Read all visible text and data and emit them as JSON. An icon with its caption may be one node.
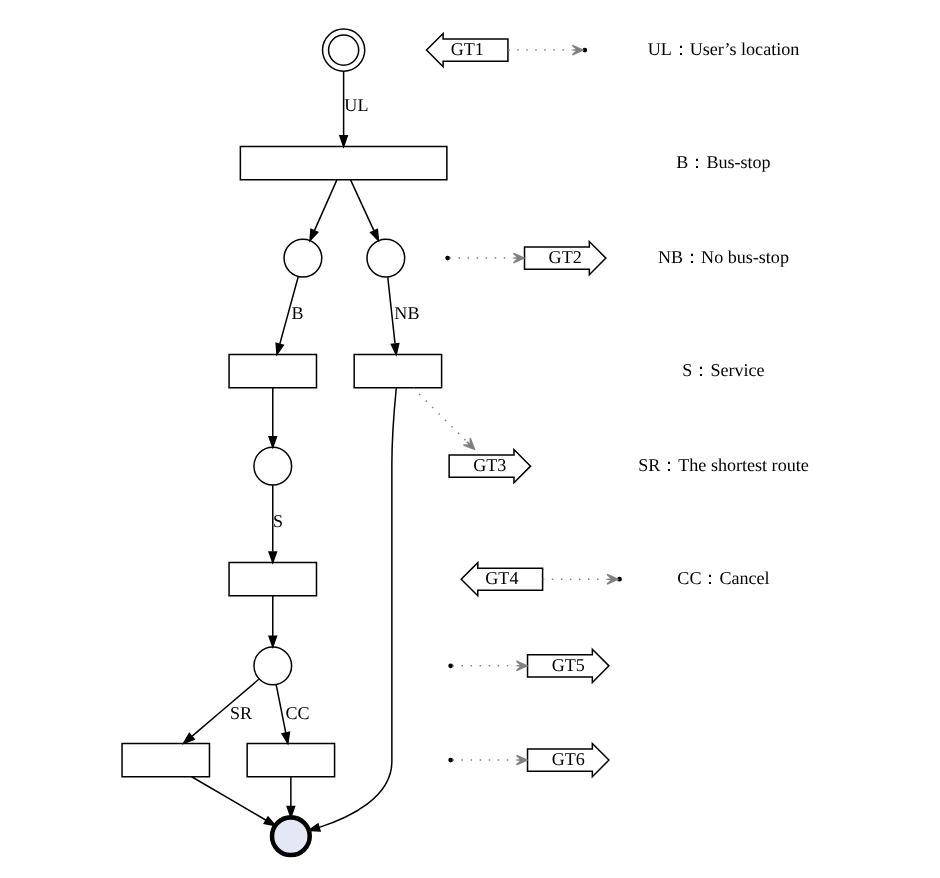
{
  "diagram": {
    "nodes": [
      {
        "text": [],
        "shape": "circle"
      },
      {
        "text": [],
        "shape": "box"
      },
      {
        "text": [],
        "shape": "circle"
      },
      {
        "text": [],
        "shape": "circle"
      },
      {
        "text": [],
        "shape": "box"
      },
      {
        "text": [],
        "shape": "box"
      },
      {
        "text": [],
        "shape": "circle"
      },
      {
        "text": [],
        "shape": "box"
      },
      {
        "text": [],
        "shape": "circle"
      },
      {
        "text": [],
        "shape": "box"
      },
      {
        "text": [],
        "shape": "box"
      },
      {
        "text": [],
        "shape": "circle"
      },
      {
        "text": [
          "GT1"
        ]
      },
      {
        "text": [
          "GT2"
        ]
      },
      {
        "text": [
          "GT3"
        ]
      },
      {
        "text": [
          "GT4"
        ]
      },
      {
        "text": [
          "GT5"
        ]
      },
      {
        "text": [
          "GT6"
        ]
      }
    ],
    "edges": [
      {
        "from": 0,
        "to": 1,
        "arrow": "to",
        "label": "UL"
      },
      {
        "from": 1,
        "to": 2,
        "arrow": "to"
      },
      {
        "from": 1,
        "to": 3,
        "arrow": "to"
      },
      {
        "from": 2,
        "to": 4,
        "arrow": "to",
        "label": "B"
      },
      {
        "from": 3,
        "to": 5,
        "arrow": "to",
        "label": "NB"
      },
      {
        "from": 4,
        "to": 6,
        "arrow": "to"
      },
      {
        "from": 6,
        "to": 7,
        "arrow": "to",
        "label": "S"
      },
      {
        "from": 7,
        "to": 8,
        "arrow": "to"
      },
      {
        "from": 8,
        "to": 9,
        "arrow": "to",
        "label": "SR"
      },
      {
        "from": 8,
        "to": 10,
        "arrow": "to",
        "label": "CC"
      },
      {
        "from": 9,
        "to": 11,
        "arrow": "to"
      },
      {
        "from": 10,
        "to": 11,
        "arrow": "to"
      },
      {
        "from": 5,
        "to": 11,
        "arrow": "to"
      },
      {
        "from": 12,
        "to": null,
        "arrow": "to",
        "style": "dashed",
        "color": "#808080"
      },
      {
        "from": null,
        "to": 13,
        "arrow": "to",
        "style": "dashed",
        "color": "#808080"
      },
      {
        "from": 5,
        "to": 14,
        "arrow": "to",
        "style": "dashed",
        "color": "#808080"
      },
      {
        "from": 15,
        "to": null,
        "arrow": "to",
        "style": "dashed",
        "color": "#808080"
      },
      {
        "from": null,
        "to": 16,
        "arrow": "to",
        "style": "dashed",
        "color": "#808080"
      },
      {
        "from": null,
        "to": 17,
        "arrow": "to",
        "style": "dashed",
        "color": "#808080"
      }
    ],
    "labels": [
      "UL：User’s location",
      "B：Bus-stop",
      "NB：No bus-stop",
      "S：Service",
      "SR：The shortest route",
      "CC：Cancel"
    ]
  }
}
